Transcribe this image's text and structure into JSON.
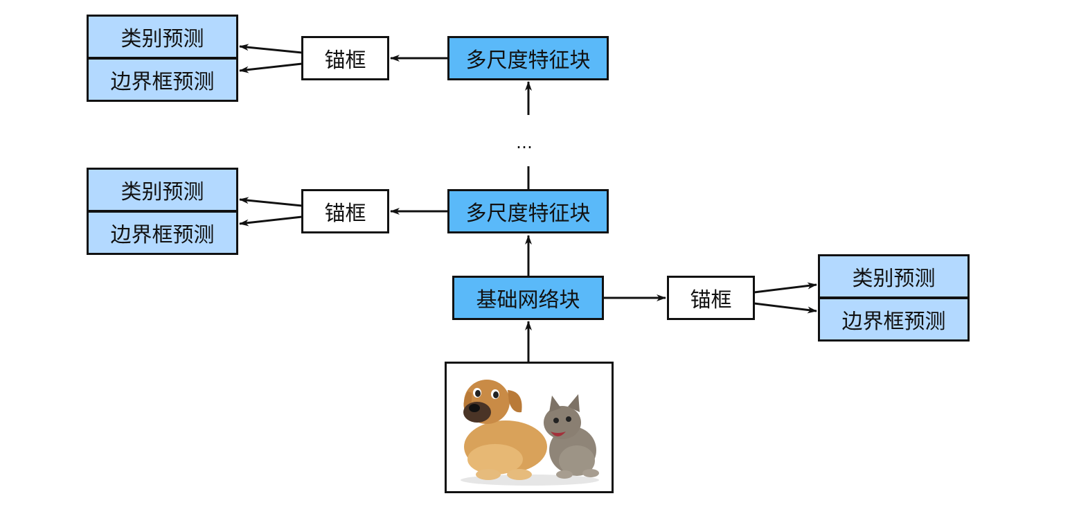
{
  "labels": {
    "feature_block": "多尺度特征块",
    "base_block": "基础网络块",
    "anchor": "锚框",
    "class_pred": "类别预测",
    "bbox_pred": "边界框预测",
    "ellipsis": "…"
  },
  "colors": {
    "block_fill": "#5ab9f9",
    "prediction_fill": "#b3d9ff",
    "anchor_fill": "#ffffff",
    "stroke": "#111111"
  },
  "image": {
    "subject": "puppy-and-kitten-photo"
  }
}
